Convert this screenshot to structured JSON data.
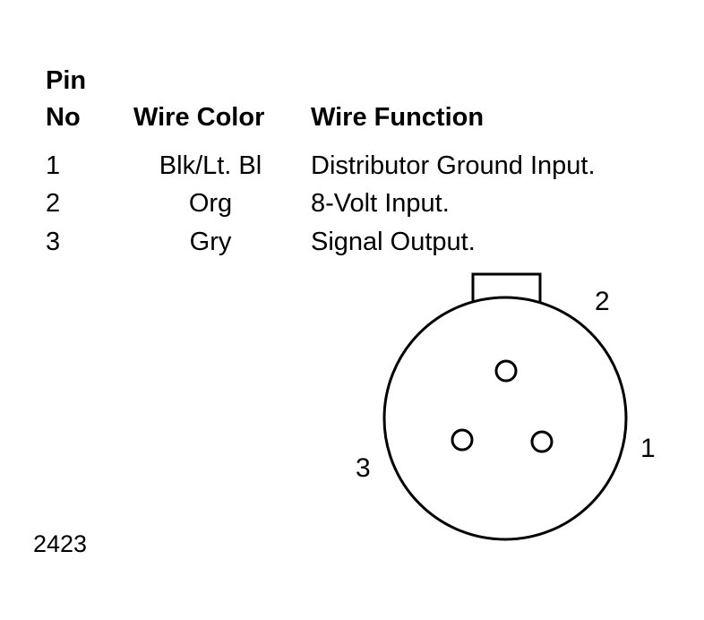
{
  "table": {
    "headers": {
      "pin_line1": "Pin",
      "pin_line2": "No",
      "wire_color": "Wire Color",
      "wire_function": "Wire Function"
    },
    "rows": [
      {
        "pin": "1",
        "color": "Blk/Lt. Bl",
        "function": "Distributor Ground Input."
      },
      {
        "pin": "2",
        "color": "Org",
        "function": "8-Volt Input."
      },
      {
        "pin": "3",
        "color": "Gry",
        "function": "Signal Output."
      }
    ]
  },
  "connector": {
    "pin_labels": [
      "1",
      "2",
      "3"
    ]
  },
  "figure_number": "2423"
}
